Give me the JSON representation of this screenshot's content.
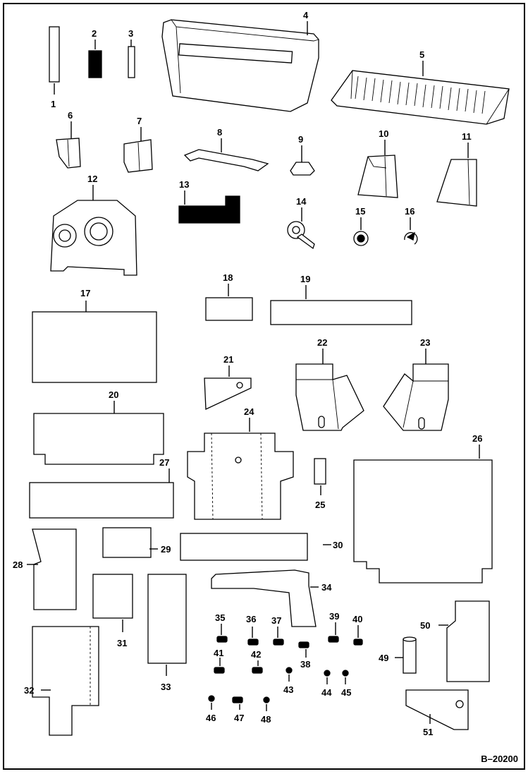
{
  "drawing_number": "B–20200",
  "callouts": [
    "1",
    "2",
    "3",
    "4",
    "5",
    "6",
    "7",
    "8",
    "9",
    "10",
    "11",
    "12",
    "13",
    "14",
    "15",
    "16",
    "17",
    "18",
    "19",
    "20",
    "21",
    "22",
    "23",
    "24",
    "25",
    "26",
    "27",
    "28",
    "29",
    "30",
    "31",
    "32",
    "33",
    "34",
    "35",
    "36",
    "37",
    "38",
    "39",
    "40",
    "41",
    "42",
    "43",
    "44",
    "45",
    "46",
    "47",
    "48",
    "49",
    "50",
    "51"
  ]
}
